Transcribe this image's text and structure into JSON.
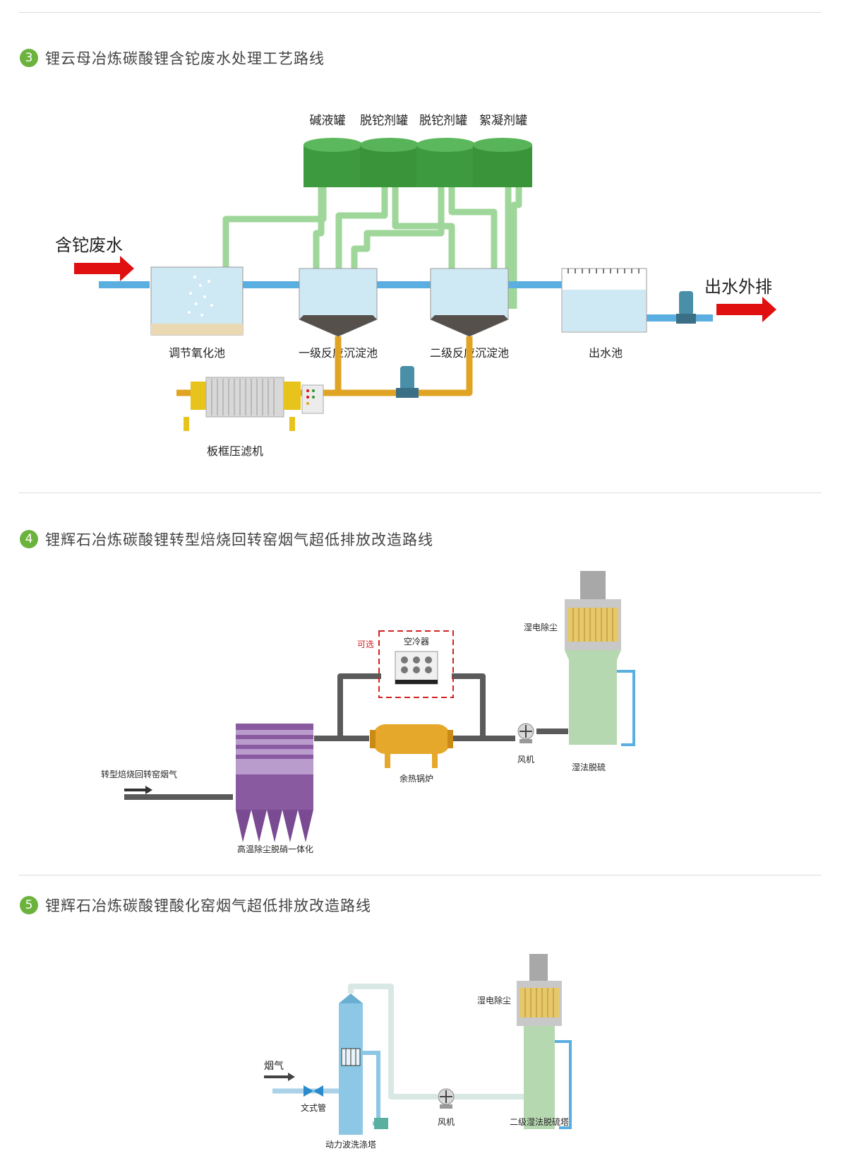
{
  "sections": [
    {
      "number": "3",
      "title": "锂云母冶炼碳酸锂含铊废水处理工艺路线"
    },
    {
      "number": "4",
      "title": "锂辉石冶炼碳酸锂转型焙烧回转窑烟气超低排放改造路线"
    },
    {
      "number": "5",
      "title": "锂辉石冶炼碳酸锂酸化窑烟气超低排放改造路线"
    }
  ],
  "diagram3": {
    "tanks": [
      "碱液罐",
      "脱铊剂罐",
      "脱铊剂罐",
      "絮凝剂罐"
    ],
    "inlet": "含铊废水",
    "outlet": "出水外排",
    "units": [
      "调节氧化池",
      "一级反应沉淀池",
      "二级反应沉淀池",
      "出水池"
    ],
    "filter_press": "板框压滤机",
    "colors": {
      "tank": "#3e9a3e",
      "water_pipe": "#5aaee0",
      "reagent_pipe": "#9fd69a",
      "sludge_pipe": "#e0a424",
      "arrow": "#e01010"
    }
  },
  "diagram4": {
    "inlet": "转型焙烧回转窑烟气",
    "dust_denitration": "高温除尘脱硝一体化",
    "boiler": "余热锅炉",
    "optional": "可选",
    "air_cooler": "空冷器",
    "fan": "风机",
    "wet_esp": "湿电除尘",
    "wet_desulfurization": "湿法脱硫",
    "colors": {
      "dust_unit": "#8a5aa0",
      "boiler": "#e6a82a",
      "pipe": "#5a5a5a",
      "optional_box": "#d42020"
    }
  },
  "diagram5": {
    "inlet": "烟气",
    "venturi": "文式管",
    "scrubber": "动力波洗涤塔",
    "fan": "风机",
    "wet_esp": "湿电除尘",
    "desulfurization": "二级湿法脱硫塔",
    "colors": {
      "scrubber": "#8cc8e6",
      "tower": "#b6d8b0",
      "pipe": "#d8e8e4"
    }
  }
}
